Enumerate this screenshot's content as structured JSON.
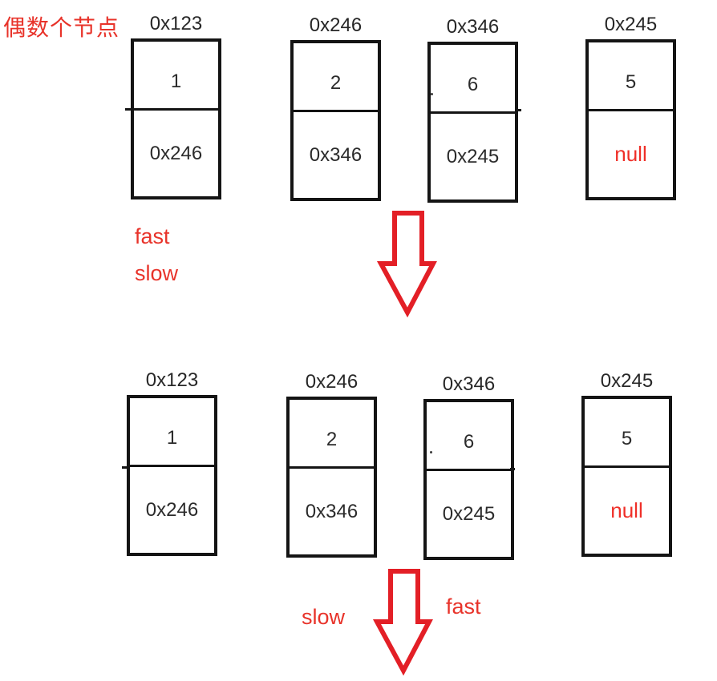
{
  "title": {
    "text": "偶数个节点"
  },
  "colors": {
    "red": "#e8332a",
    "ink": "#141414"
  },
  "icons": {
    "transition_arrow": "block-arrow-down-outline"
  },
  "rows": [
    {
      "name": "initial-state",
      "nodes": [
        {
          "address": "0x123",
          "value": "1",
          "next": "0x246"
        },
        {
          "address": "0x246",
          "value": "2",
          "next": "0x346"
        },
        {
          "address": "0x346",
          "value": "6",
          "next": "0x245"
        },
        {
          "address": "0x245",
          "value": "5",
          "next": "null"
        }
      ],
      "labels": {
        "fast": "fast",
        "slow": "slow"
      }
    },
    {
      "name": "after-step",
      "nodes": [
        {
          "address": "0x123",
          "value": "1",
          "next": "0x246"
        },
        {
          "address": "0x246",
          "value": "2",
          "next": "0x346"
        },
        {
          "address": "0x346",
          "value": "6",
          "next": "0x245"
        },
        {
          "address": "0x245",
          "value": "5",
          "next": "null"
        }
      ],
      "labels": {
        "slow": "slow",
        "fast": "fast"
      }
    }
  ]
}
